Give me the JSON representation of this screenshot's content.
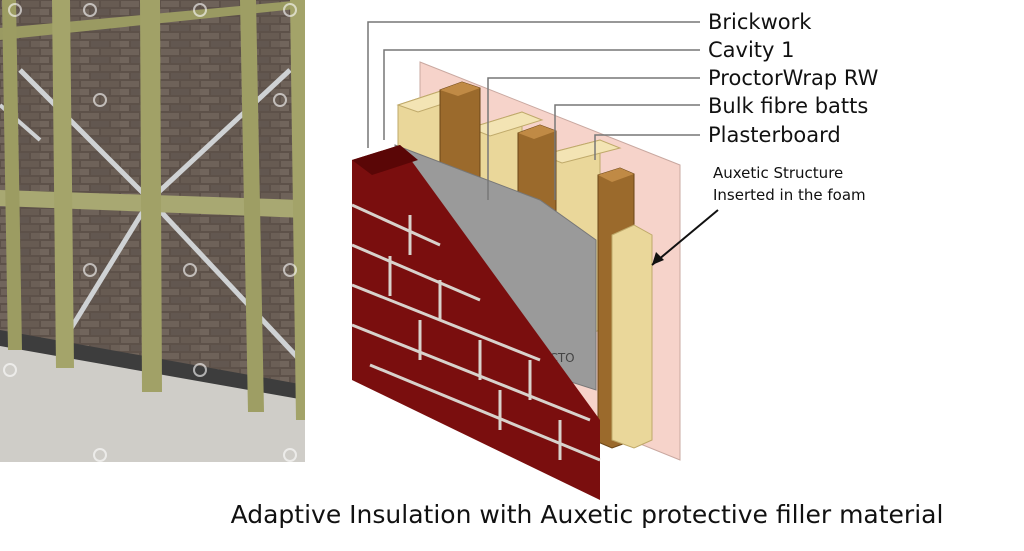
{
  "layers": [
    {
      "id": "brickwork",
      "label": "Brickwork"
    },
    {
      "id": "cavity",
      "label": "Cavity 1"
    },
    {
      "id": "wrap",
      "label": "ProctorWrap RW"
    },
    {
      "id": "batts",
      "label": "Bulk fibre batts"
    },
    {
      "id": "plasterboard",
      "label": "Plasterboard"
    }
  ],
  "annotation": {
    "line1": "Auxetic Structure",
    "line2": "Inserted in the foam"
  },
  "wrap_print": "PROCTOR",
  "wrap_print_tail": "OCTO",
  "caption": "Adaptive Insulation with Auxetic protective filler material",
  "colors": {
    "brick": "#7a0e0e",
    "mortar": "#d8d2cc",
    "wrap": "#9a9a9a",
    "batt": "#ead79a",
    "stud": "#9b6a2c",
    "plasterboard": "#f6d3ca",
    "leader": "#777777"
  }
}
